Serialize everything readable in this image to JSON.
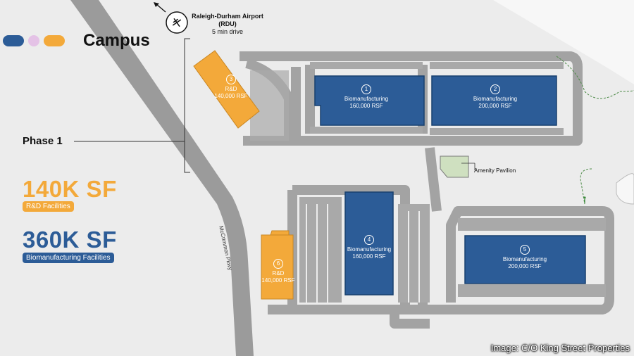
{
  "header": {
    "title": "Campus",
    "colors": {
      "navy": "#2c5c97",
      "pink": "#e4c2e6",
      "orange": "#f3a93a"
    }
  },
  "phase_label": "Phase 1",
  "stats": [
    {
      "value": "140K SF",
      "label": "R&D Facilities",
      "color": "#f3a93a"
    },
    {
      "value": "360K SF",
      "label": "Biomanufacturing Facilities",
      "color": "#2c5c97"
    }
  ],
  "airport": {
    "name": "Raleigh-Durham Airport (RDU)",
    "drive": "5 min drive",
    "icon": "airplane-icon"
  },
  "road_label": "McCrimmon Pkwy",
  "amenity": "Amenity Pavilion",
  "buildings": [
    {
      "number": "1",
      "use": "Biomanufacturing",
      "size": "160,000 RSF"
    },
    {
      "number": "2",
      "use": "Biomanufacturing",
      "size": "200,000 RSF"
    },
    {
      "number": "3",
      "use": "R&D",
      "size": "140,000 RSF"
    },
    {
      "number": "4",
      "use": "Biomanufacturing",
      "size": "160,000 RSF"
    },
    {
      "number": "5",
      "use": "Biomanufacturing",
      "size": "200,000 RSF"
    },
    {
      "number": "6",
      "use": "R&D",
      "size": "140,000 RSF"
    }
  ],
  "credit": "Image: C/O King Street Properties"
}
